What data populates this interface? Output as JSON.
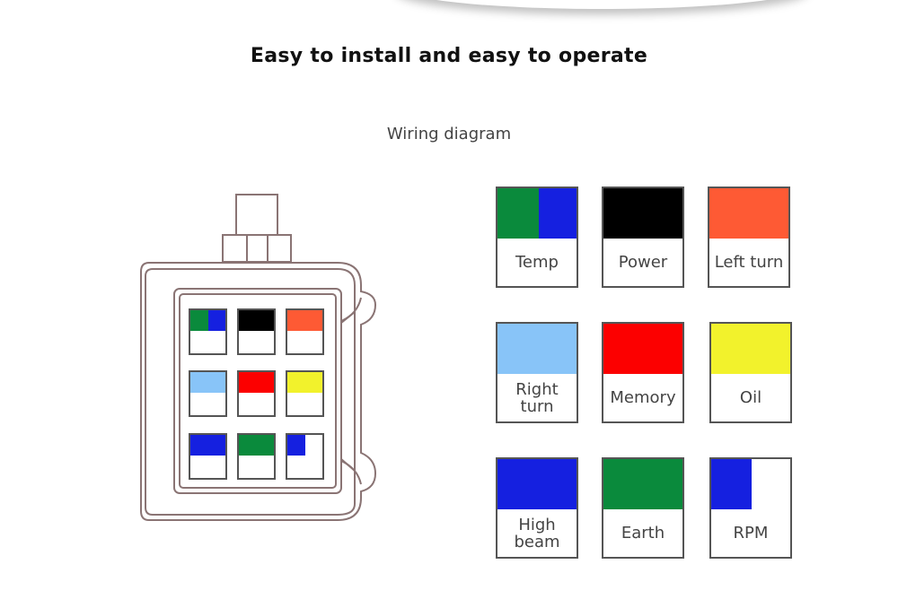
{
  "header": {
    "title": "Easy to install and easy to operate",
    "subtitle": "Wiring diagram"
  },
  "colors": {
    "green": "#0a8a3c",
    "blue": "#1520e0",
    "black": "#000000",
    "orange": "#fe5a34",
    "light_blue": "#88c4f8",
    "red": "#fc0000",
    "yellow": "#f2f22c",
    "outline": "#555555",
    "connector_line": "#8a7474"
  },
  "legend": [
    {
      "label": "Temp",
      "colors": [
        "#0a8a3c",
        "#1520e0"
      ],
      "icon": "split-swatch"
    },
    {
      "label": "Power",
      "colors": [
        "#000000"
      ],
      "icon": "swatch"
    },
    {
      "label": "Left turn",
      "colors": [
        "#fe5a34"
      ],
      "icon": "swatch"
    },
    {
      "label": "Right turn",
      "colors": [
        "#88c4f8"
      ],
      "icon": "swatch"
    },
    {
      "label": "Memory",
      "colors": [
        "#fc0000"
      ],
      "icon": "swatch"
    },
    {
      "label": "Oil",
      "colors": [
        "#f2f22c"
      ],
      "icon": "swatch"
    },
    {
      "label": "High beam",
      "colors": [
        "#1520e0"
      ],
      "icon": "swatch"
    },
    {
      "label": "Earth",
      "colors": [
        "#0a8a3c"
      ],
      "icon": "swatch"
    },
    {
      "label": "RPM",
      "colors": [
        "#1520e0"
      ],
      "icon": "partial-swatch"
    }
  ]
}
